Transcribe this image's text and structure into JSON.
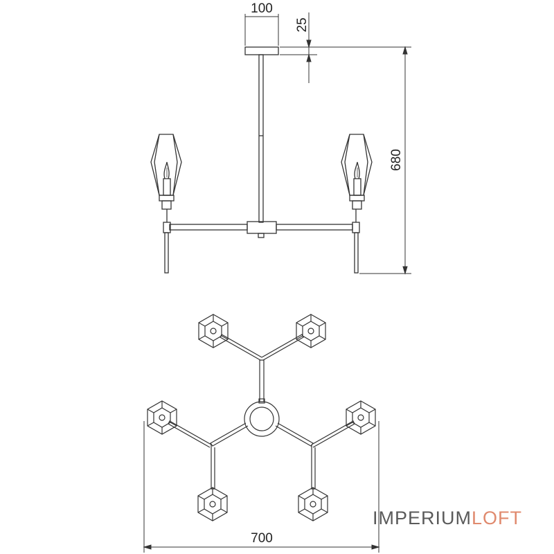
{
  "dimensions": {
    "canopy_width": "100",
    "canopy_height": "25",
    "total_height": "680",
    "total_width": "700"
  },
  "brand": {
    "part1": "IMPERIUM",
    "part2": "LOFT"
  },
  "colors": {
    "line": "#333333",
    "brand_gray": "#5a5a5a",
    "brand_accent": "#e08a6e"
  }
}
